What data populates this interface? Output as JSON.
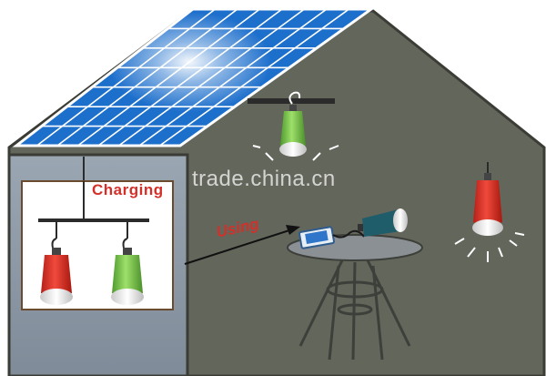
{
  "labels": {
    "charging": "Charging",
    "using": "Using",
    "watermark": "trade.china.cn"
  },
  "colors": {
    "wall": "#63665b",
    "roof_panel": "#2f86e0",
    "inner_room": "#8e9aa6",
    "bulb_red": "#e23a2f",
    "bulb_green": "#7ecb50",
    "label_red": "#d4302a"
  }
}
